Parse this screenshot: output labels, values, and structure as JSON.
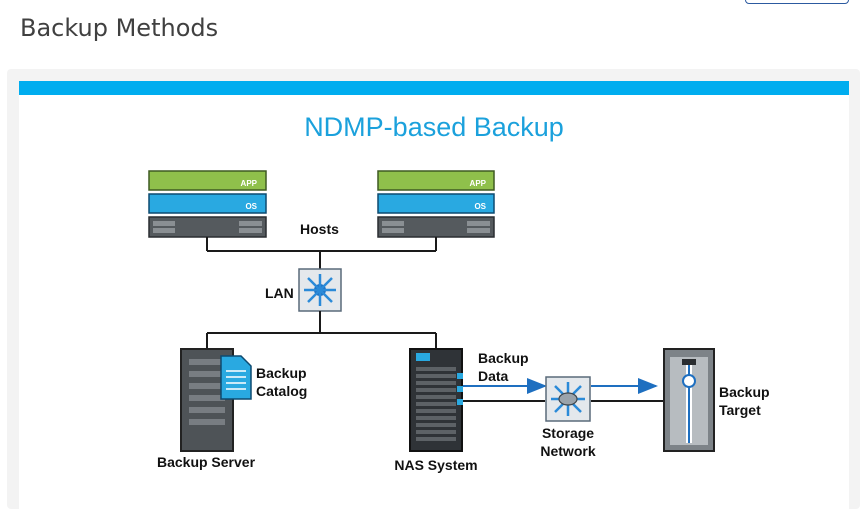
{
  "page": {
    "title": "Backup Methods"
  },
  "diagram": {
    "title": "NDMP-based Backup",
    "host_layers": {
      "app": "APP",
      "os": "OS"
    },
    "labels": {
      "hosts": "Hosts",
      "lan": "LAN",
      "backup_catalog_1": "Backup",
      "backup_catalog_2": "Catalog",
      "backup_server": "Backup Server",
      "nas_system": "NAS System",
      "backup_data_1": "Backup",
      "backup_data_2": "Data",
      "storage_network_1": "Storage",
      "storage_network_2": "Network",
      "backup_target_1": "Backup",
      "backup_target_2": "Target"
    },
    "colors": {
      "accent": "#00adef",
      "title": "#1ba1dc",
      "app_layer": "#8fc04b",
      "os_layer": "#29a9e1",
      "hardware": "#555a5e",
      "flow_arrow": "#1e6fc0"
    }
  }
}
